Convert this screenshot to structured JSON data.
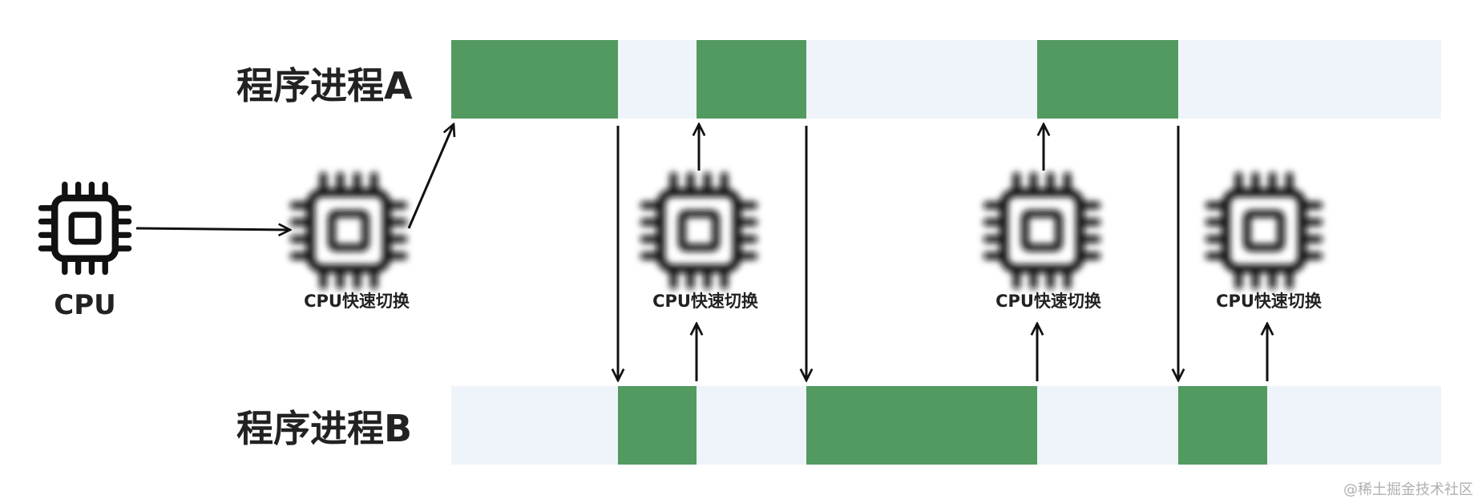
{
  "processes": {
    "a_label": "程序进程A",
    "b_label": "程序进程B"
  },
  "cpu": {
    "label": "CPU",
    "icon": "cpu-chip-icon"
  },
  "switch_label": "CPU快速切换",
  "watermark": "@稀土掘金技术社区",
  "colors": {
    "active": "#529a60",
    "idle": "#eff3fa",
    "text": "#222222",
    "arrow": "#111111",
    "watermark": "#b0b0b0"
  }
}
